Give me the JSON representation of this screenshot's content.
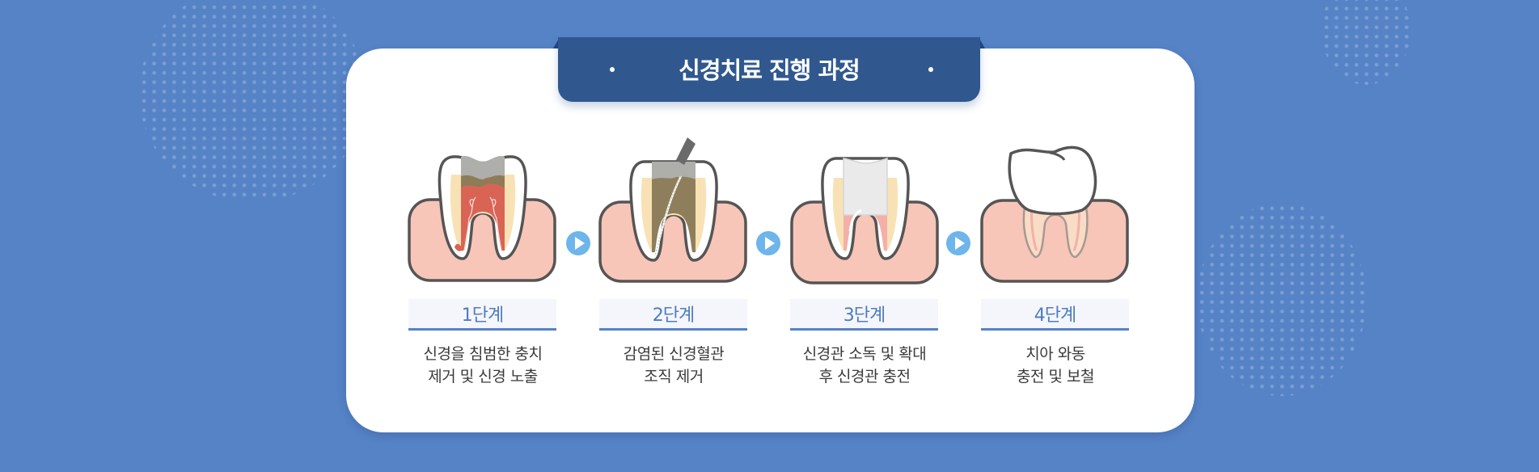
{
  "banner": {
    "title": "신경치료 진행 과정"
  },
  "colors": {
    "background": "#5683C6",
    "banner": "#30588F",
    "accent": "#4E7CC1",
    "arrow": "#6DB5EA",
    "gum": "#F7C6B8",
    "outline": "#555555"
  },
  "steps": [
    {
      "label": "1단계",
      "desc_line1": "신경을 침범한 충치",
      "desc_line2": "제거 및 신경 노출",
      "illustration": "tooth-decay-exposed-nerve"
    },
    {
      "label": "2단계",
      "desc_line1": "감염된 신경혈관",
      "desc_line2": "조직 제거",
      "illustration": "tooth-nerve-removal-file"
    },
    {
      "label": "3단계",
      "desc_line1": "신경관 소독 및 확대",
      "desc_line2": "후 신경관 충전",
      "illustration": "tooth-canal-filled"
    },
    {
      "label": "4단계",
      "desc_line1": "치아 와동",
      "desc_line2": "충전 및 보철",
      "illustration": "tooth-crown-restored"
    }
  ],
  "arrows": [
    "play-arrow-icon",
    "play-arrow-icon",
    "play-arrow-icon"
  ]
}
